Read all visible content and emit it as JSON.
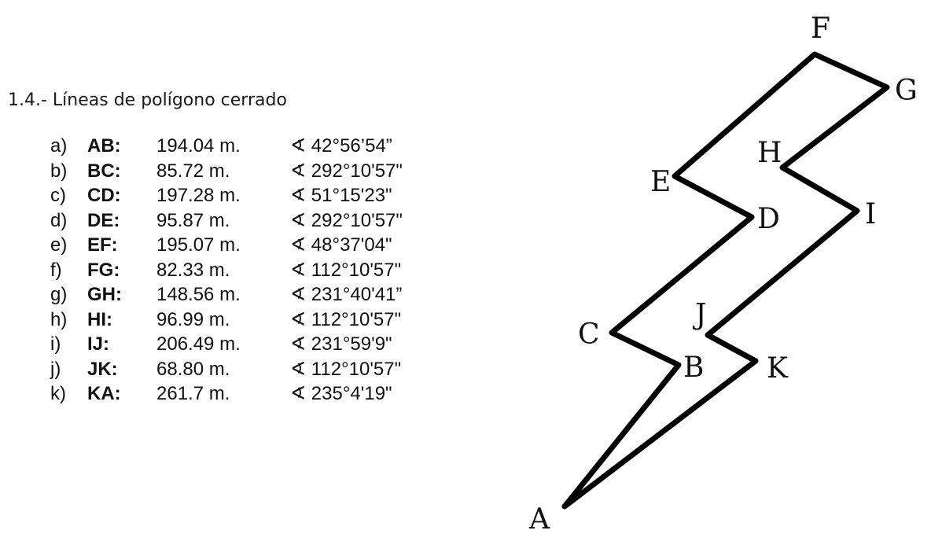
{
  "title": "1.4.- Líneas de polígono cerrado",
  "lines": [
    {
      "letter": "a)",
      "name": "AB:",
      "distance": "194.04 m.",
      "angle": "∢ 42°56’54”"
    },
    {
      "letter": "b)",
      "name": "BC:",
      "distance": "85.72 m.",
      "angle": "∢ 292°10'57\""
    },
    {
      "letter": "c)",
      "name": "CD:",
      "distance": "197.28 m.",
      "angle": "∢ 51°15'23\""
    },
    {
      "letter": "d)",
      "name": "DE:",
      "distance": "95.87 m.",
      "angle": "∢ 292°10'57\""
    },
    {
      "letter": "e)",
      "name": "EF:",
      "distance": "195.07 m.",
      "angle": "∢ 48°37'04\""
    },
    {
      "letter": "f)",
      "name": "FG:",
      "distance": "82.33 m.",
      "angle": "∢ 112°10'57\""
    },
    {
      "letter": "g)",
      "name": "GH:",
      "distance": "148.56 m.",
      "angle": "∢ 231°40'41”"
    },
    {
      "letter": "h)",
      "name": "HI:",
      "distance": "96.99 m.",
      "angle": "∢ 112°10'57\""
    },
    {
      "letter": "i)",
      "name": "IJ:",
      "distance": "206.49 m.",
      "angle": "∢ 231°59'9\""
    },
    {
      "letter": "j)",
      "name": "JK:",
      "distance": "68.80 m.",
      "angle": "∢ 112°10'57\""
    },
    {
      "letter": "k)",
      "name": "KA:",
      "distance": "261.7 m.",
      "angle": "∢ 235°4'19\""
    }
  ],
  "polygon": {
    "stroke_color": "#000000",
    "points": [
      {
        "label": "A"
      },
      {
        "label": "B"
      },
      {
        "label": "C"
      },
      {
        "label": "D"
      },
      {
        "label": "E"
      },
      {
        "label": "F"
      },
      {
        "label": "G"
      },
      {
        "label": "H"
      },
      {
        "label": "I"
      },
      {
        "label": "J"
      },
      {
        "label": "K"
      }
    ]
  }
}
